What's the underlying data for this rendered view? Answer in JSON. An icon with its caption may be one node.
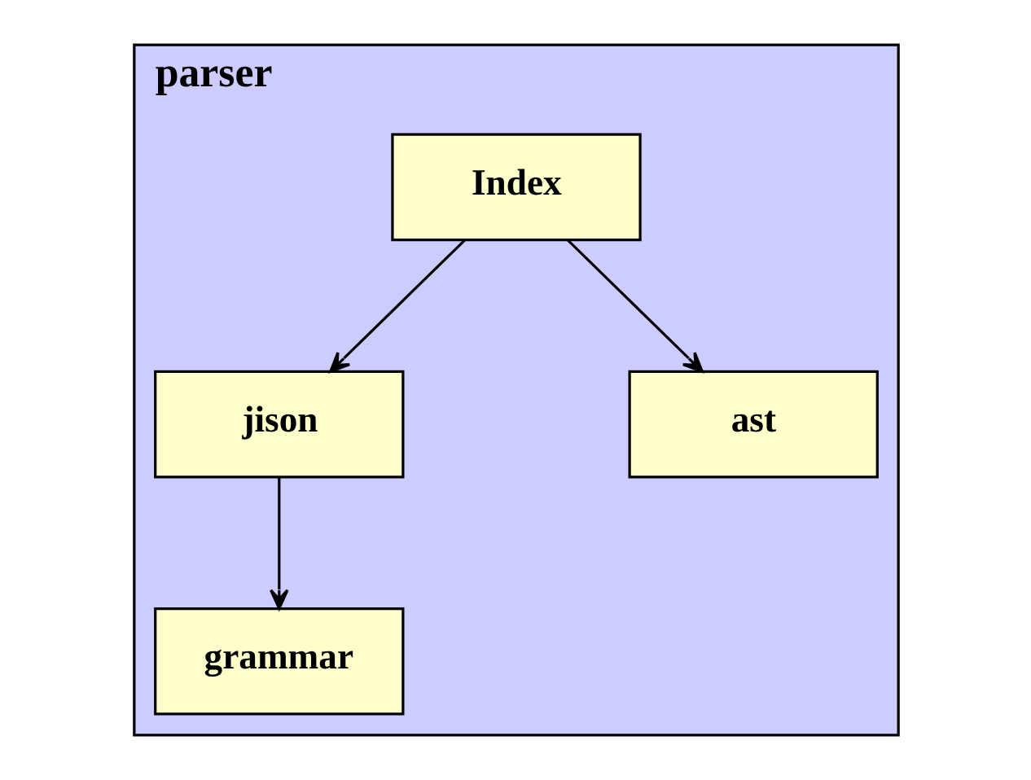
{
  "diagram": {
    "nodes": [
      {
        "text": [
          "parser"
        ]
      },
      {
        "text": [
          "Index"
        ],
        "in": 0
      },
      {
        "text": [
          "jison"
        ],
        "in": 0
      },
      {
        "text": [
          "ast"
        ],
        "in": 0
      },
      {
        "text": [
          "grammar"
        ],
        "in": 0
      }
    ],
    "edges": [
      {
        "from": 1,
        "to": 2,
        "arrow": "to"
      },
      {
        "from": 1,
        "to": 3,
        "arrow": "to"
      },
      {
        "from": 2,
        "to": 4,
        "arrow": "to"
      }
    ]
  }
}
